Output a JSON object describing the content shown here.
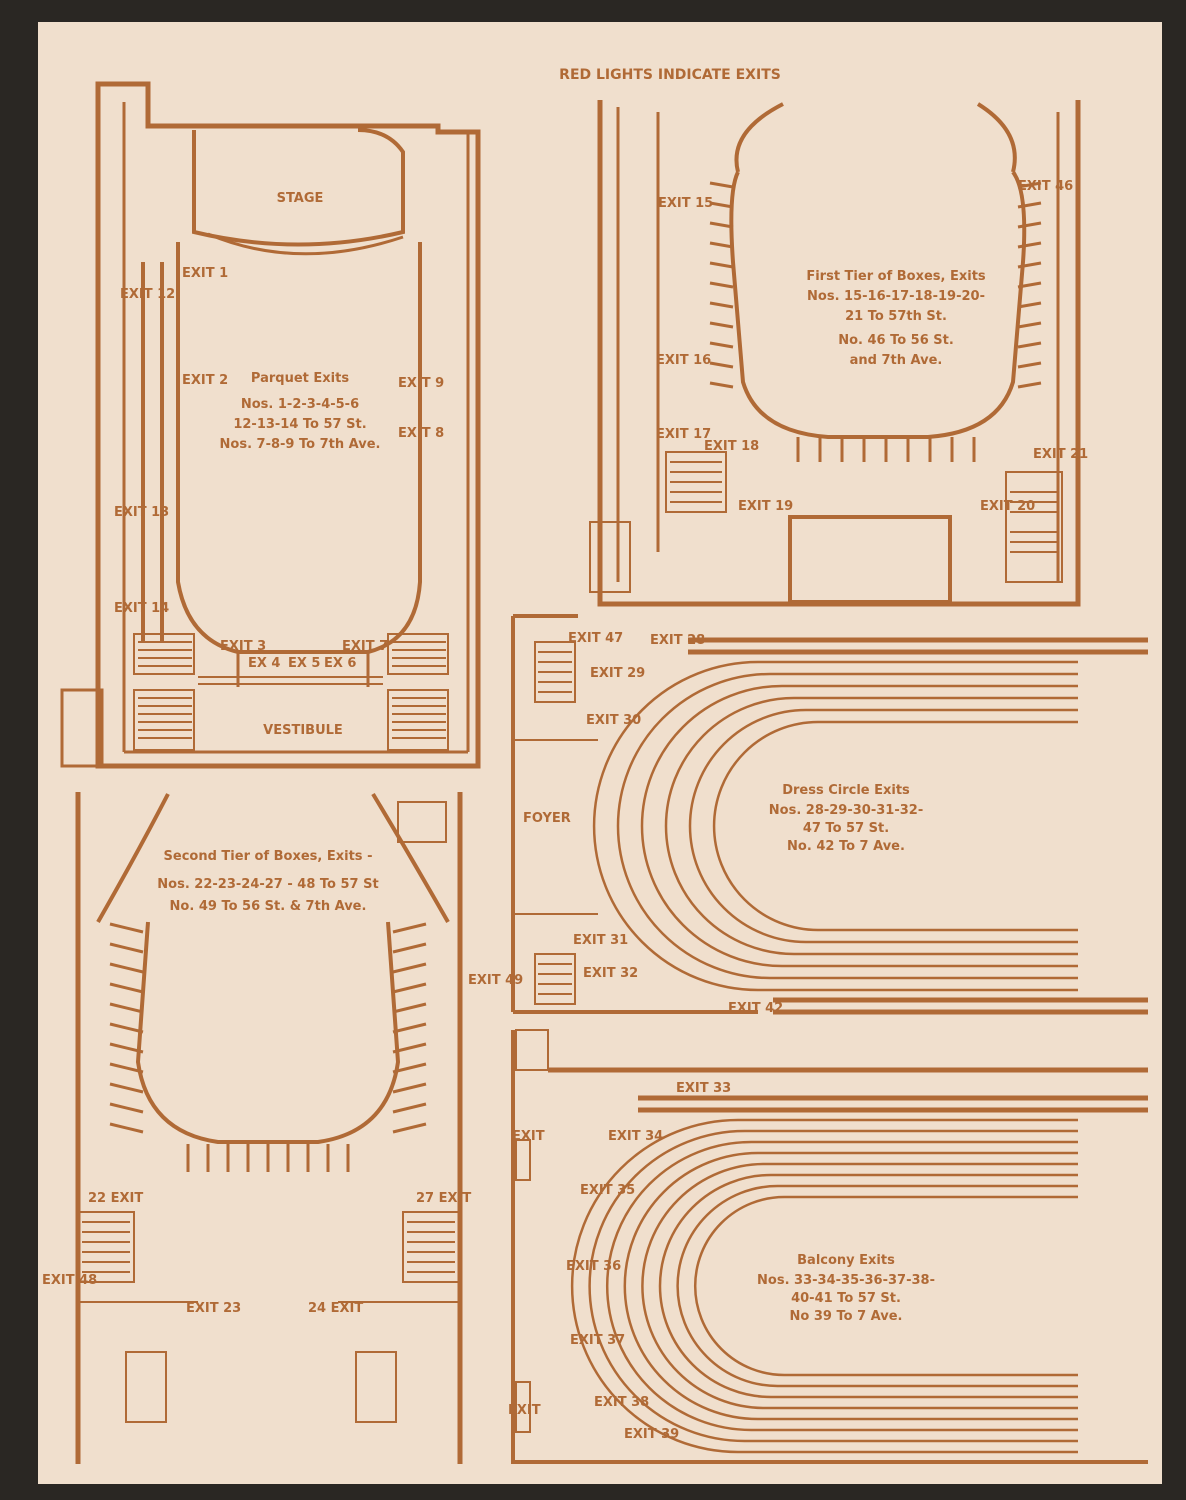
{
  "header": {
    "title": "RED LIGHTS INDICATE EXITS"
  },
  "colors": {
    "ink": "#b06a36",
    "paper": "#f0dfcd",
    "mount": "#2a2723"
  },
  "parquet": {
    "title": "Parquet Exits",
    "lines": [
      "Nos. 1-2-3-4-5-6",
      "12-13-14 To 57 St.",
      "Nos. 7-8-9 To 7th Ave."
    ],
    "stage": "STAGE",
    "vestibule": "VESTIBULE",
    "exit_labels": [
      "EXIT 1",
      "EXIT 2",
      "EXIT 3",
      "EX 4",
      "EX 5",
      "EX 6",
      "EXIT 7",
      "EXIT 8",
      "EXIT 9",
      "EXIT 12",
      "EXIT 13",
      "EXIT 14"
    ]
  },
  "first_tier": {
    "title": "First Tier of Boxes, Exits",
    "lines": [
      "Nos. 15-16-17-18-19-20-",
      "21 To 57th St.",
      "No. 46 To 56 St.",
      "and 7th Ave."
    ],
    "exit_labels": [
      "EXIT 15",
      "EXIT 16",
      "EXIT 17",
      "EXIT 18",
      "EXIT 19",
      "EXIT 20",
      "EXIT 21",
      "EXIT 46"
    ]
  },
  "dress_circle": {
    "title": "Dress Circle Exits",
    "lines": [
      "Nos. 28-29-30-31-32-",
      "47 To 57 St.",
      "No. 42 To 7 Ave."
    ],
    "foyer": "FOYER",
    "exit_labels": [
      "EXIT 47",
      "EXIT 28",
      "EXIT 29",
      "EXIT 30",
      "EXIT 31",
      "EXIT 32",
      "EXIT 42"
    ]
  },
  "second_tier": {
    "title": "Second Tier of Boxes, Exits -",
    "lines": [
      "Nos. 22-23-24-27 - 48 To 57 St",
      "No. 49 To 56 St. & 7th Ave."
    ],
    "exit_labels": [
      "EXIT 49",
      "22 EXIT",
      "27 EXIT",
      "EXIT 48",
      "EXIT 23",
      "24 EXIT"
    ]
  },
  "balcony": {
    "title": "Balcony Exits",
    "lines": [
      "Nos. 33-34-35-36-37-38-",
      "40-41 To 57 St.",
      "No 39 To 7 Ave."
    ],
    "exit_labels": [
      "EXIT 33",
      "EXIT",
      "EXIT 34",
      "EXIT 35",
      "EXIT 36",
      "EXIT 37",
      "EXIT 38",
      "EXIT",
      "EXIT 39"
    ]
  }
}
